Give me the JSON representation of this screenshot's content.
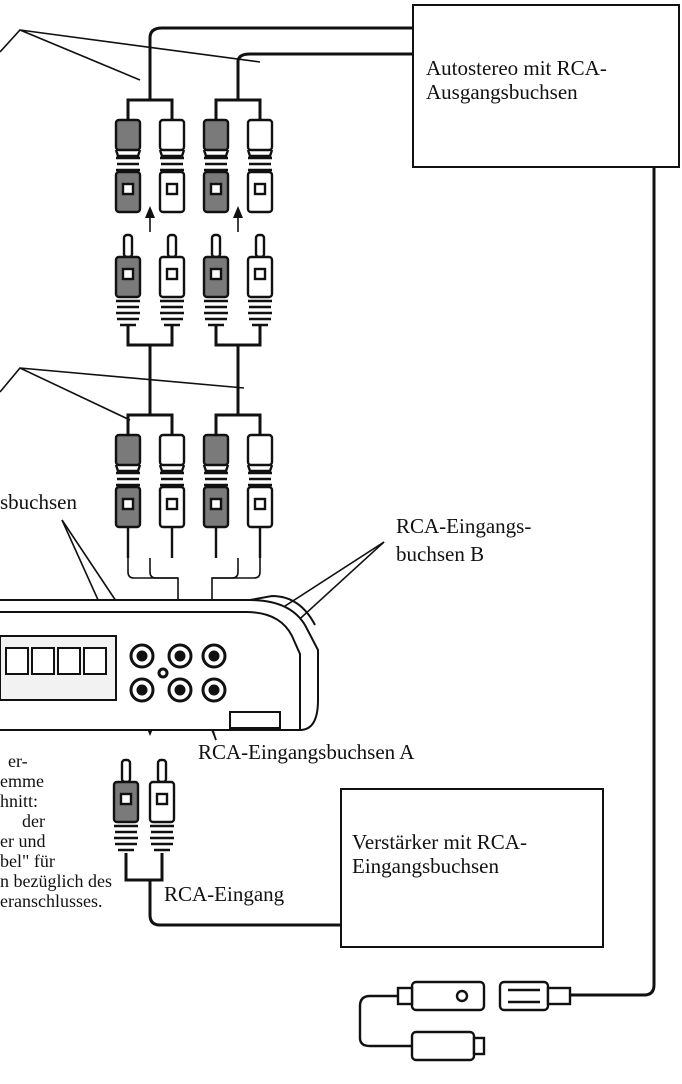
{
  "boxes": {
    "autostereo": {
      "line1": "Autostereo mit RCA-",
      "line2": "Ausgangsbuchsen"
    },
    "verstaerker": {
      "line1": "Verstärker mit RCA-",
      "line2": "Eingangsbuchsen"
    }
  },
  "labels": {
    "input_b_line1": "RCA-Eingangs-",
    "input_b_line2": "buchsen B",
    "input_a": "RCA-Eingangsbuchsen A",
    "output_partial": "sbuchsen",
    "rca_input": "RCA-Eingang"
  },
  "note_lines": [
    "er-",
    "emme",
    "hnitt:",
    "der",
    "er und",
    "bel\" für",
    "n bezüglich des",
    "eranschlusses."
  ],
  "icons": [
    "rca-plug-icon",
    "rca-jack-icon",
    "fuse-holder-icon",
    "amplifier-icon"
  ],
  "colors": {
    "line": "#111111",
    "plug_dark": "#7a7a7a",
    "plug_light": "#ffffff"
  }
}
